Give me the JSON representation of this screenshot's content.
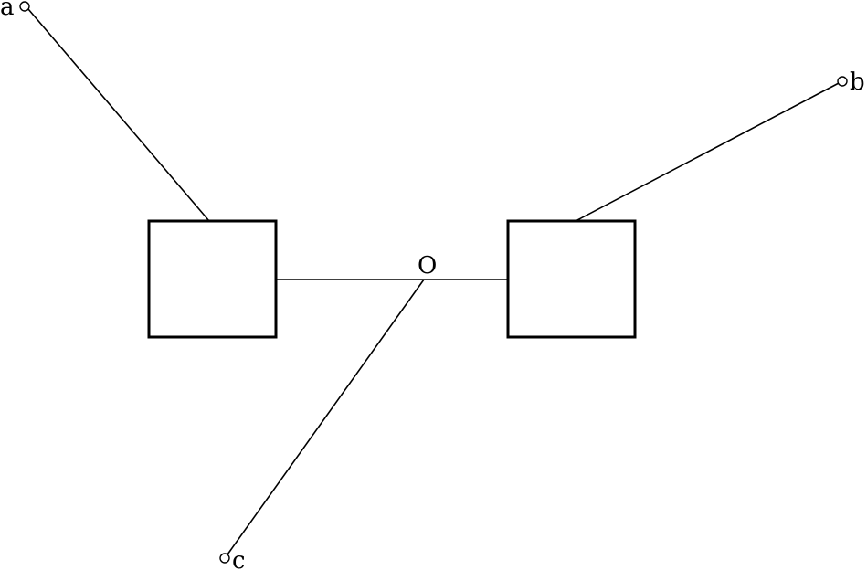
{
  "diagram": {
    "terminals": {
      "a": "a",
      "b": "b",
      "c": "c"
    },
    "center_node": "O"
  },
  "colors": {
    "stroke": "#000000",
    "background": "#ffffff"
  }
}
